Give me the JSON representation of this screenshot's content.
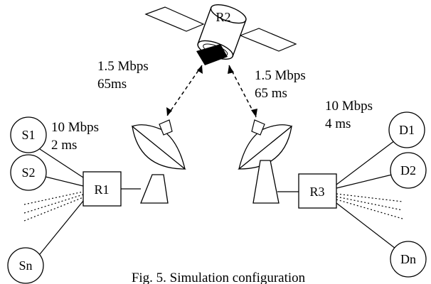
{
  "nodes": {
    "satellite": "R2",
    "router_left": "R1",
    "router_right": "R3",
    "sources": [
      "S1",
      "S2",
      "Sn"
    ],
    "destinations": [
      "D1",
      "D2",
      "Dn"
    ]
  },
  "links": {
    "uplink_left": {
      "bandwidth": "1.5 Mbps",
      "delay": "65ms"
    },
    "uplink_right": {
      "bandwidth": "1.5 Mbps",
      "delay": "65 ms"
    },
    "access_left": {
      "bandwidth": "10 Mbps",
      "delay": "2 ms"
    },
    "access_right": {
      "bandwidth": "10 Mbps",
      "delay": "4 ms"
    }
  },
  "caption": "Fig. 5. Simulation configuration"
}
